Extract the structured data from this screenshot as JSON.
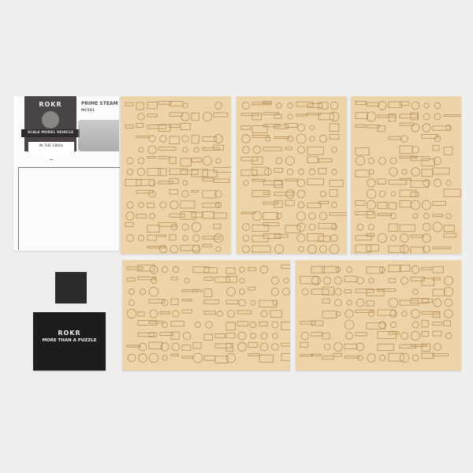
{
  "manual": {
    "brand": "ROKR",
    "ribbon": "SCALE MODEL VEHICLE",
    "era": "IN THE 1860s",
    "product_title": "PRIME STEAM",
    "model_code": "MC501"
  },
  "card": {
    "brand": "ROKR",
    "tagline": "MORE THAN A PUZZLE"
  },
  "colors": {
    "background": "#f1efee",
    "wood": "#ecd4a8",
    "cut_lines": "#b8925c",
    "card": "#1d1c1c"
  },
  "wood_sheet_count": 5
}
